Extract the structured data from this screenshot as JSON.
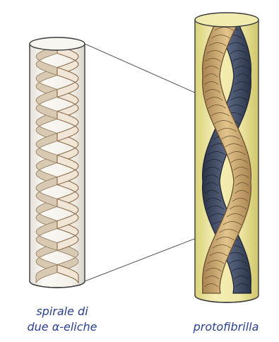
{
  "diagram": {
    "left_caption": {
      "line1": "spirale di",
      "line2_prefix": "due ",
      "line2_symbol": "α",
      "line2_suffix": "-eliche"
    },
    "right_caption": "protofibrilla",
    "colors": {
      "caption_text": "#2a3f8f",
      "helix_light": "#f1e6d6",
      "helix_light_edge": "#8a6a4a",
      "tube_fill_left": "#f7f5f0",
      "tube_fill_right": "#efeaa6",
      "strand_tan": "#c9a56a",
      "strand_dark": "#3e4a63",
      "outline": "#3a3a3a"
    }
  }
}
